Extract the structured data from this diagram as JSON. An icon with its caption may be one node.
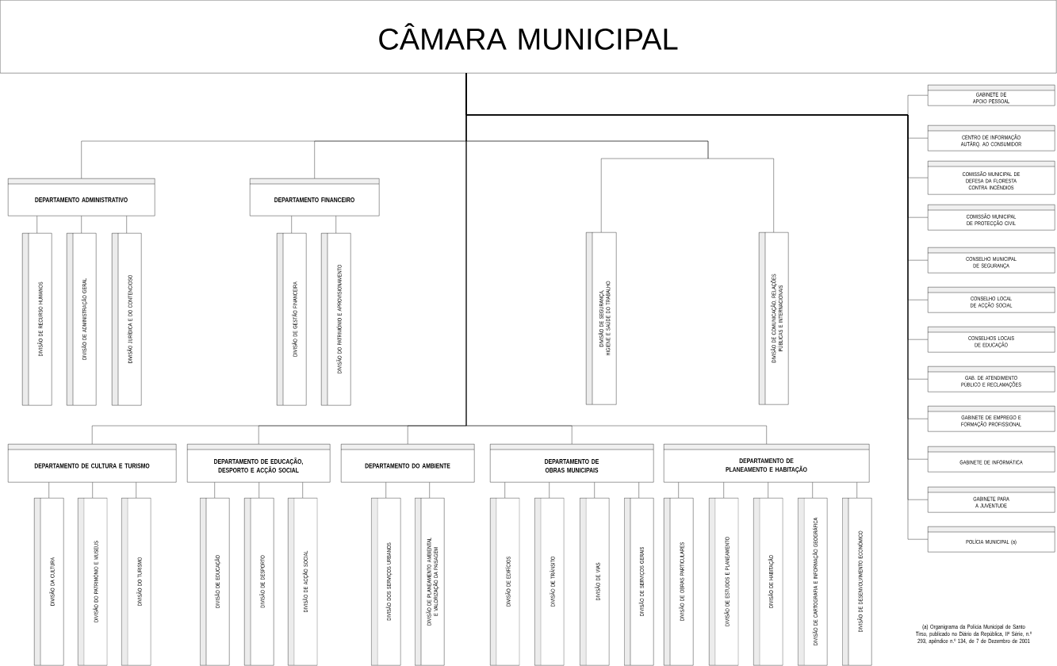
{
  "diagram": {
    "nodes": [
      {
        "text": [
          "CÂMARA MUNICIPAL"
        ]
      },
      {
        "text": [
          "DEPARTAMENTO ADMINISTRATIVO"
        ]
      },
      {
        "text": [
          "DIVISÃO DE RECURSO HUMANOS"
        ]
      },
      {
        "text": [
          "DIVISÃO DE ADMINISTRAÇÃO GERAL"
        ]
      },
      {
        "text": [
          "DIVISÃO JURÍDICA E DO CONTENCIOSO"
        ]
      },
      {
        "text": [
          "DEPARTAMENTO FINANCEIRO"
        ]
      },
      {
        "text": [
          "DIVISÃO DE GESTÃO FINANCEIRA"
        ]
      },
      {
        "text": [
          "DIVISÃO DO PATRIMÓNIO E APROVISIONAMENTO"
        ]
      },
      {
        "text": [
          "DIVISÃO DE SEGURANÇA, HIGIENE E SAÚDE DO TRABALHO"
        ]
      },
      {
        "text": [
          "DIVISÃO DE COMUNICAÇÃO, RELAÇÕES PÚBLICAS E INTERNACIONAIS"
        ]
      },
      {
        "text": [
          "GABINETE DE APOIO PESSOAL"
        ]
      },
      {
        "text": [
          "CENTRO DE INFORMAÇÃO AUTÁRQ. AO CONSUMIDOR"
        ]
      },
      {
        "text": [
          "COMISSÃO MUNICIPAL DE DEFESA DA FLORESTA CONTRA INCÊNDIOS"
        ]
      },
      {
        "text": [
          "COMISSÃO MUNICIPAL DE PROTECÇÃO CIVIL"
        ]
      },
      {
        "text": [
          "CONSELHO MUNICIPAL DE SEGURANÇA"
        ]
      },
      {
        "text": [
          "CONSELHO LOCAL DE ACÇÃO SOCIAL"
        ]
      },
      {
        "text": [
          "CONSELHOS LOCAIS DE EDUCAÇÃO"
        ]
      },
      {
        "text": [
          "GAB. DE ATENDIMENTO PÚBLICO E RECLAMAÇÕES"
        ]
      },
      {
        "text": [
          "GABINETE DE EMPREGO E FORMAÇÃO PROFISSIONAL"
        ]
      },
      {
        "text": [
          "GABINETE DE INFORMÁTICA"
        ]
      },
      {
        "text": [
          "GABINETE PARA A JUVENTUDE"
        ]
      },
      {
        "text": [
          "POLÍCIA MUNICIPAL (a)"
        ]
      },
      {
        "text": [
          "DEPARTAMENTO DE CULTURA E TURISMO"
        ]
      },
      {
        "text": [
          "DIVISÃO DA CULTURA"
        ]
      },
      {
        "text": [
          "DIVISÃO DO PATRIMÓNIO E MUSEUS"
        ]
      },
      {
        "text": [
          "DIVISÃO DO TURISMO"
        ]
      },
      {
        "text": [
          "DEPARTAMENTO DE EDUCAÇÃO, DESPORTO E ACÇÃO SOCIAL"
        ]
      },
      {
        "text": [
          "DIVISÃO DE EDUCAÇÃO"
        ]
      },
      {
        "text": [
          "DIVISÃO DE DESPORTO"
        ]
      },
      {
        "text": [
          "DIVISÃO DE ACÇÃO SOCIAL"
        ]
      },
      {
        "text": [
          "DEPARTAMENTO DO AMBIENTE"
        ]
      },
      {
        "text": [
          "DIVISÃO DOS SERVIÇOS URBANOS"
        ]
      },
      {
        "text": [
          "DIVISÃO DE PLANEAMENTO AMBIENTAL E VALORIZAÇÃO DA PAISAGEM"
        ]
      },
      {
        "text": [
          "DEPARTAMENTO DE OBRAS MUNICIPAIS"
        ]
      },
      {
        "text": [
          "DIVISÃO DE EDIFÍCIOS"
        ]
      },
      {
        "text": [
          "DIVISÃO DE TRÂNSITO"
        ]
      },
      {
        "text": [
          "DIVISÃO DE VIAS"
        ]
      },
      {
        "text": [
          "DIVISÃO DE SERVIÇOS GERAIS"
        ]
      },
      {
        "text": [
          "DEPARTAMENTO DE PLANEAMENTO E HABITAÇÃO"
        ]
      },
      {
        "text": [
          "DIVISÃO DE OBRAS PARTICULARES"
        ]
      },
      {
        "text": [
          "DIVISÃO DE ESTUDOS E PLANEAMENTO"
        ]
      },
      {
        "text": [
          "DIVISÃO DE HABITAÇÃO"
        ]
      },
      {
        "text": [
          "DIVISÃO DE CARTOGRAFIA E INFORMAÇÃO GEOGRÁFICA"
        ]
      },
      {
        "text": [
          "DIVISÃO DE DESENVOLVIMENTO ECONÓMICO"
        ]
      }
    ],
    "edges": [
      {
        "from": 0,
        "to": 1,
        "arrow": "none"
      },
      {
        "from": 1,
        "to": 2,
        "arrow": "none"
      },
      {
        "from": 1,
        "to": 3,
        "arrow": "none"
      },
      {
        "from": 1,
        "to": 4,
        "arrow": "none"
      },
      {
        "from": 0,
        "to": 5,
        "arrow": "none"
      },
      {
        "from": 5,
        "to": 6,
        "arrow": "none"
      },
      {
        "from": 5,
        "to": 7,
        "arrow": "none"
      },
      {
        "from": 0,
        "to": 8,
        "arrow": "none"
      },
      {
        "from": 0,
        "to": 9,
        "arrow": "none"
      },
      {
        "from": 0,
        "to": 10,
        "arrow": "none"
      },
      {
        "from": 0,
        "to": 11,
        "arrow": "none"
      },
      {
        "from": 0,
        "to": 12,
        "arrow": "none"
      },
      {
        "from": 0,
        "to": 13,
        "arrow": "none"
      },
      {
        "from": 0,
        "to": 14,
        "arrow": "none"
      },
      {
        "from": 0,
        "to": 15,
        "arrow": "none"
      },
      {
        "from": 0,
        "to": 16,
        "arrow": "none"
      },
      {
        "from": 0,
        "to": 17,
        "arrow": "none"
      },
      {
        "from": 0,
        "to": 18,
        "arrow": "none"
      },
      {
        "from": 0,
        "to": 19,
        "arrow": "none"
      },
      {
        "from": 0,
        "to": 20,
        "arrow": "none"
      },
      {
        "from": 0,
        "to": 21,
        "arrow": "none"
      },
      {
        "from": 0,
        "to": 22,
        "arrow": "none"
      },
      {
        "from": 22,
        "to": 23,
        "arrow": "none"
      },
      {
        "from": 22,
        "to": 24,
        "arrow": "none"
      },
      {
        "from": 22,
        "to": 25,
        "arrow": "none"
      },
      {
        "from": 0,
        "to": 26,
        "arrow": "none"
      },
      {
        "from": 26,
        "to": 27,
        "arrow": "none"
      },
      {
        "from": 26,
        "to": 28,
        "arrow": "none"
      },
      {
        "from": 26,
        "to": 29,
        "arrow": "none"
      },
      {
        "from": 0,
        "to": 30,
        "arrow": "none"
      },
      {
        "from": 30,
        "to": 31,
        "arrow": "none"
      },
      {
        "from": 30,
        "to": 32,
        "arrow": "none"
      },
      {
        "from": 0,
        "to": 33,
        "arrow": "none"
      },
      {
        "from": 33,
        "to": 34,
        "arrow": "none"
      },
      {
        "from": 33,
        "to": 35,
        "arrow": "none"
      },
      {
        "from": 33,
        "to": 36,
        "arrow": "none"
      },
      {
        "from": 33,
        "to": 37,
        "arrow": "none"
      },
      {
        "from": 0,
        "to": 38,
        "arrow": "none"
      },
      {
        "from": 38,
        "to": 39,
        "arrow": "none"
      },
      {
        "from": 38,
        "to": 40,
        "arrow": "none"
      },
      {
        "from": 38,
        "to": 41,
        "arrow": "none"
      },
      {
        "from": 38,
        "to": 42,
        "arrow": "none"
      },
      {
        "from": 38,
        "to": 43,
        "arrow": "none"
      }
    ],
    "labels": [
      "(a) Organigrama da Polícia Municipal de Santo Tirso, publicado no Diário da República, IIª Série, n.º 293, apêndice n.º 134, de 7 de Dezembro de 2001"
    ]
  }
}
